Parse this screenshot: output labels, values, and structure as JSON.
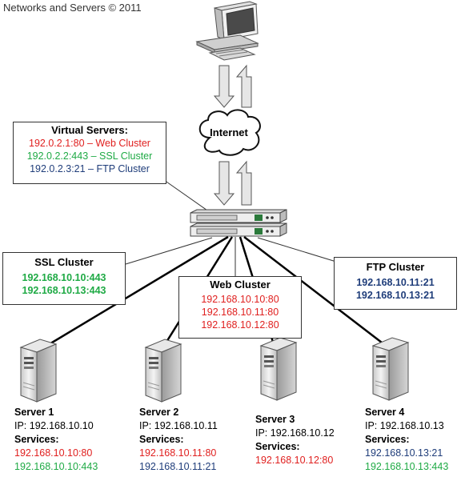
{
  "copyright": "Networks and Servers © 2011",
  "internet_label": "Internet",
  "virtual_servers": {
    "title": "Virtual Servers:",
    "entries": [
      "192.0.2.1:80 – Web Cluster",
      "192.0.2.2:443 – SSL Cluster",
      "192.0.2.3:21 – FTP Cluster"
    ]
  },
  "ssl_cluster": {
    "title": "SSL Cluster",
    "members": [
      "192.168.10.10:443",
      "192.168.10.13:443"
    ]
  },
  "web_cluster": {
    "title": "Web Cluster",
    "members": [
      "192.168.10.10:80",
      "192.168.10.11:80",
      "192.168.10.12:80"
    ]
  },
  "ftp_cluster": {
    "title": "FTP Cluster",
    "members": [
      "192.168.10.11:21",
      "192.168.10.13:21"
    ]
  },
  "servers": [
    {
      "name": "Server 1",
      "ip": "IP: 192.168.10.10",
      "services_label": "Services:",
      "services": [
        "192.168.10.10:80",
        "192.168.10.10:443"
      ]
    },
    {
      "name": "Server 2",
      "ip": "IP: 192.168.10.11",
      "services_label": "Services:",
      "services": [
        "192.168.10.11:80",
        "192.168.10.11:21"
      ]
    },
    {
      "name": "Server 3",
      "ip": "IP: 192.168.10.12",
      "services_label": "Services:",
      "services": [
        "192.168.10.12:80"
      ]
    },
    {
      "name": "Server 4",
      "ip": "IP: 192.168.10.13",
      "services_label": "Services:",
      "services": [
        "192.168.10.13:21",
        "192.168.10.13:443"
      ]
    }
  ],
  "colors": {
    "web": "#e0201f",
    "ssl": "#1faa45",
    "ftp": "#1f3d7a"
  },
  "icons": [
    "computer-icon",
    "cloud-icon",
    "load-balancer-icon",
    "server-icon",
    "arrow-up-icon",
    "arrow-down-icon"
  ]
}
